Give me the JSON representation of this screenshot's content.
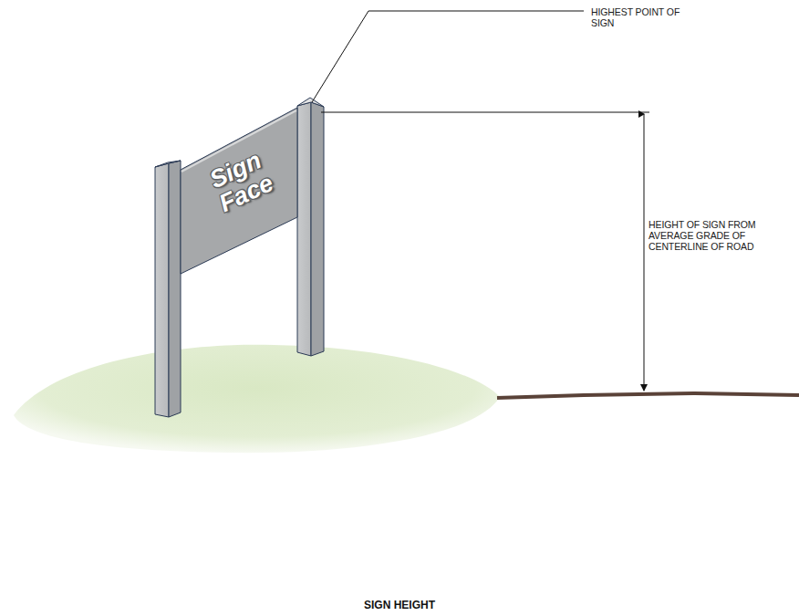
{
  "diagram": {
    "caption": "SIGN HEIGHT",
    "nodes": [
      {
        "text": [
          "Sign Face"
        ]
      }
    ],
    "labels": [
      "HIGHEST POINT OF SIGN",
      "HEIGHT OF SIGN FROM AVERAGE GRADE OF CENTERLINE OF ROAD"
    ]
  }
}
